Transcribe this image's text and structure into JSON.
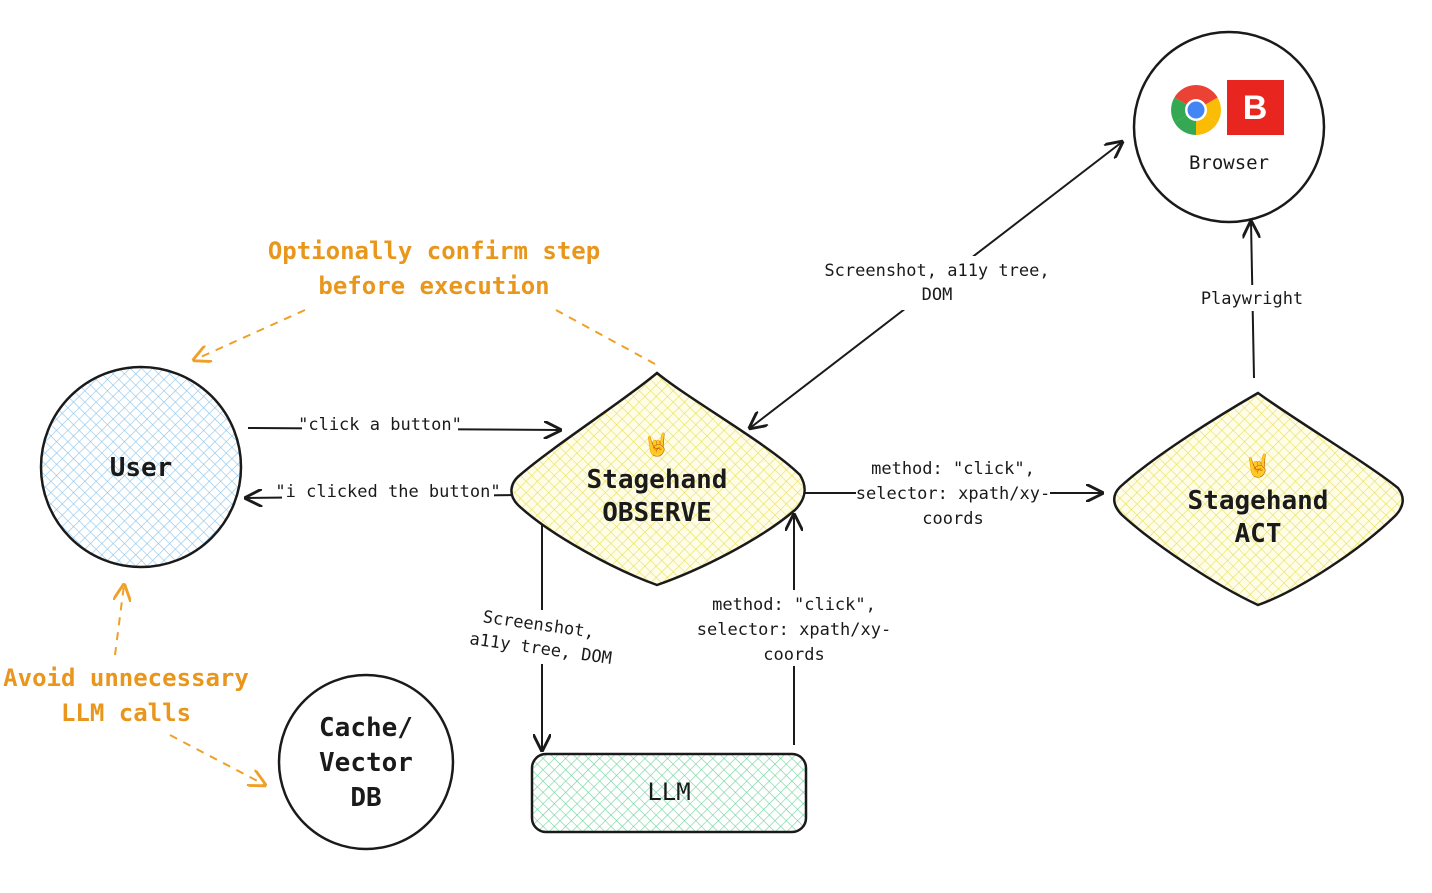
{
  "nodes": {
    "user": "User",
    "observe_line1": "Stagehand",
    "observe_line2": "OBSERVE",
    "act_line1": "Stagehand",
    "act_line2": "ACT",
    "browser": "Browser",
    "llm": "LLM",
    "cache_line1": "Cache/",
    "cache_line2": "Vector",
    "cache_line3": "DB",
    "brave_letter": "B",
    "hand_emoji": "🤘"
  },
  "edges": {
    "user_to_observe": "\"click a button\"",
    "observe_to_user": "\"i clicked the button\"",
    "browser_observe_line1": "Screenshot, a11y tree,",
    "browser_observe_line2": "DOM",
    "observe_to_act_line1": "method: \"click\",",
    "observe_to_act_line2": "selector: xpath/xy-",
    "observe_to_act_line3": "coords",
    "observe_to_llm_line1": "Screenshot,",
    "observe_to_llm_line2": "a11y tree, DOM",
    "llm_to_observe_line1": "method: \"click\",",
    "llm_to_observe_line2": "selector: xpath/xy-",
    "llm_to_observe_line3": "coords",
    "act_to_browser": "Playwright"
  },
  "annotations": {
    "confirm_line1": "Optionally confirm step",
    "confirm_line2": "before execution",
    "avoid_line1": "Avoid unnecessary",
    "avoid_line2": "LLM calls"
  },
  "colors": {
    "user_fill": "#a9d4f0",
    "diamond_fill": "#f2ec7a",
    "llm_fill": "#8fe0b0",
    "annotation": "#e8961c",
    "brave_red": "#e8251e"
  }
}
